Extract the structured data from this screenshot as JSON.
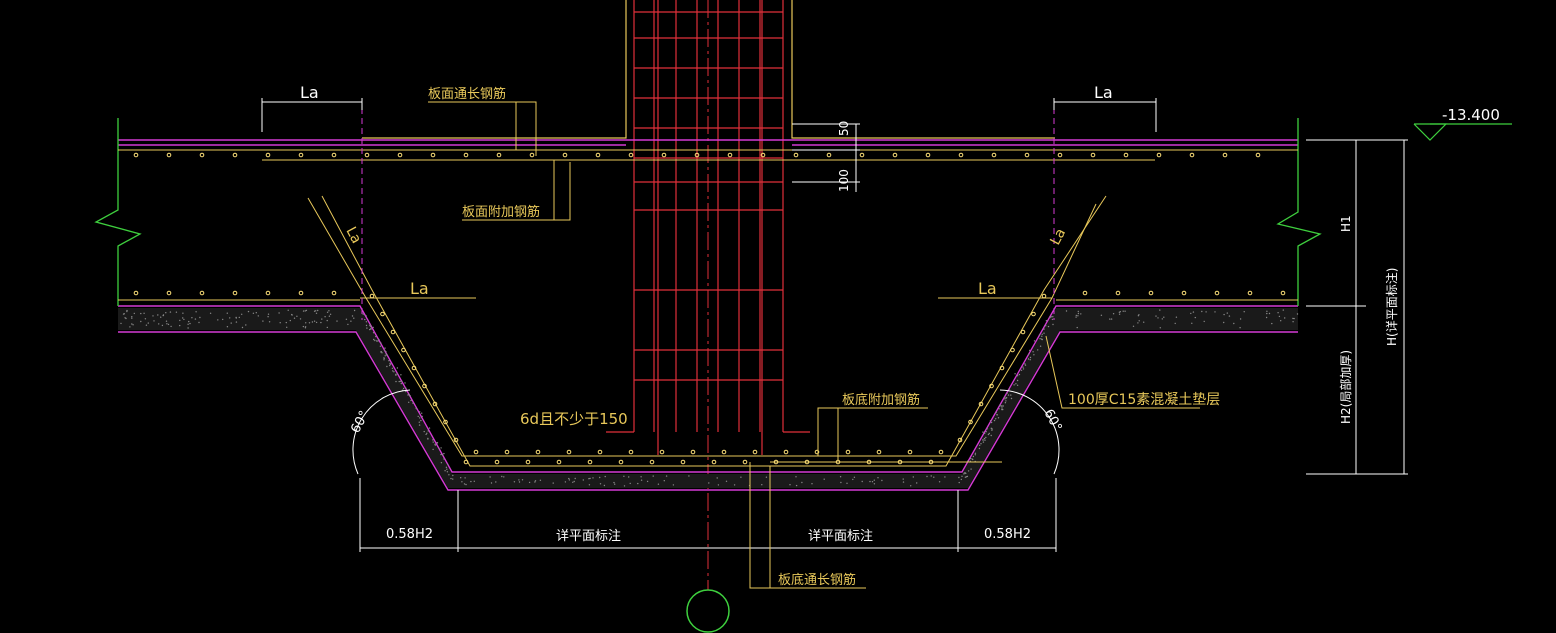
{
  "drawing": {
    "elevation": "-13.400",
    "labels": {
      "la_top_left": "La",
      "la_top_right": "La",
      "la_mid_left": "La",
      "la_mid_right": "La",
      "la_slope_left": "La",
      "la_slope_right": "La",
      "top_through_rebar": "板面通长钢筋",
      "top_additional_rebar": "板面附加钢筋",
      "bottom_additional_rebar": "板底附加钢筋",
      "bottom_through_rebar": "板底通长钢筋",
      "anchorage_note": "6d且不少于150",
      "cushion_note": "100厚C15素混凝土垫层",
      "dim_50": "50",
      "dim_100": "100",
      "h1": "H1",
      "h_total": "H(详平面标注)",
      "h2": "H2(局部加厚)",
      "angle_left": "60°",
      "angle_right": "60°",
      "dim_left": "0.58H2",
      "dim_right": "0.58H2",
      "dim_center_left": "详平面标注",
      "dim_center_right": "详平面标注"
    },
    "colors": {
      "background": "#000000",
      "slab_line": "#d43ad4",
      "edge_line": "#3ecf3e",
      "column_grid": "#e0303a",
      "text": "#e8c85a",
      "dimension": "#ffffff",
      "rebar_dot": "#ffe27a"
    }
  }
}
